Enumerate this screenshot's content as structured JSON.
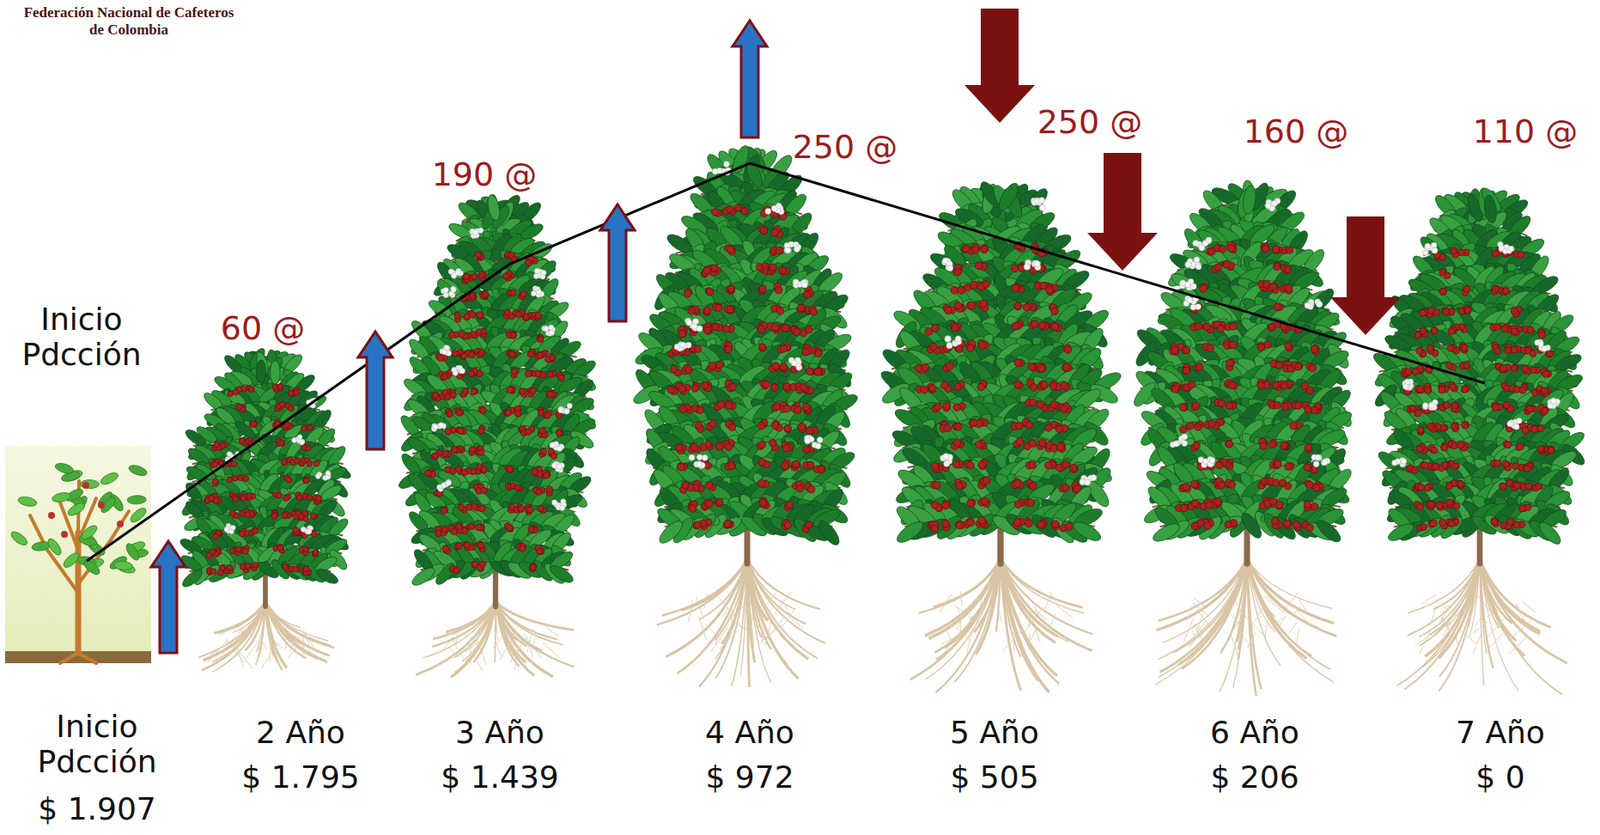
{
  "diagram": {
    "labels": [
      "Federación Nacional de Cafeteros de Colombia",
      "Inicio Pdcción",
      "60 @",
      "190 @",
      "250 @",
      "250 @",
      "160 @",
      "110 @",
      "Inicio Pdcción",
      "$ 1.907",
      "2 Año",
      "$ 1.795",
      "3 Año",
      "$ 1.439",
      "4 Año",
      "$ 972",
      "5 Año",
      "$ 505",
      "6 Año",
      "$ 206",
      "7 Año",
      "$ 0"
    ]
  }
}
